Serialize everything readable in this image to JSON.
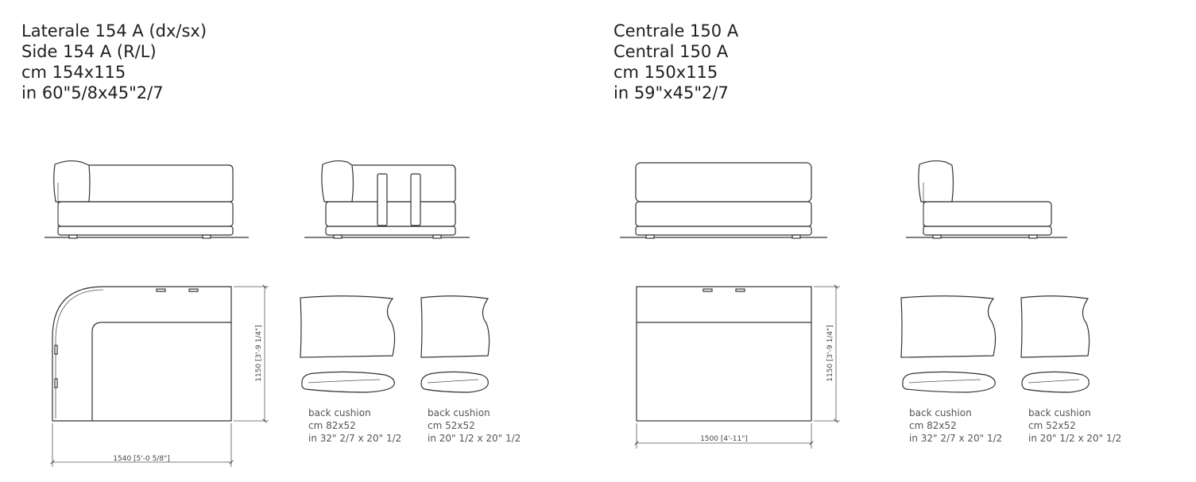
{
  "left": {
    "title": "Laterale 154 A (dx/sx)",
    "subtitle": "Side 154 A (R/L)",
    "size_cm": "cm 154x115",
    "size_in": "in 60\"5/8x45\"2/7",
    "width_dim": "1540 [5'-0 5/8\"]",
    "depth_dim": "1150 [3'-9 1/4\"]",
    "cushion_a": {
      "label": "back cushion",
      "cm": "cm 82x52",
      "in": "in 32\" 2/7 x 20\" 1/2"
    },
    "cushion_b": {
      "label": "back cushion",
      "cm": "cm 52x52",
      "in": "in 20\" 1/2 x 20\" 1/2"
    }
  },
  "right": {
    "title": "Centrale 150 A",
    "subtitle": "Central 150 A",
    "size_cm": "cm 150x115",
    "size_in": "in 59\"x45\"2/7",
    "width_dim": "1500 [4'-11\"]",
    "depth_dim": "1150 [3'-9 1/4\"]",
    "cushion_a": {
      "label": "back cushion",
      "cm": "cm 82x52",
      "in": "in 32\" 2/7 x 20\" 1/2"
    },
    "cushion_b": {
      "label": "back cushion",
      "cm": "cm 52x52",
      "in": "in 20\" 1/2 x 20\" 1/2"
    }
  }
}
